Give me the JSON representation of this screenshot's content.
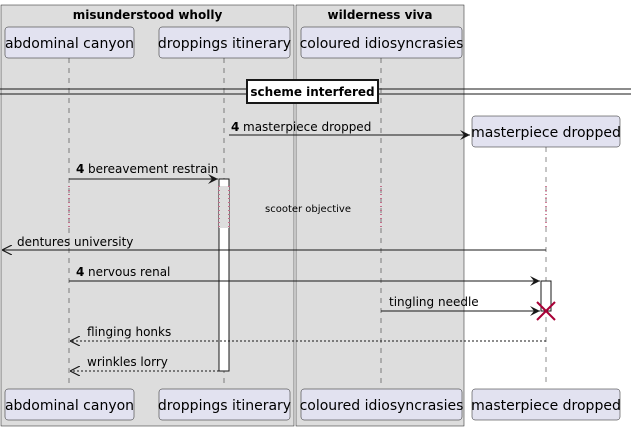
{
  "boxes": [
    {
      "title": "misunderstood wholly"
    },
    {
      "title": "wilderness viva"
    }
  ],
  "participants": [
    {
      "name": "abdominal canyon"
    },
    {
      "name": "droppings itinerary"
    },
    {
      "name": "coloured idiosyncrasies"
    },
    {
      "name": "masterpiece dropped"
    }
  ],
  "divider": {
    "label": "scheme interfered"
  },
  "delay": {
    "label": "scooter objective"
  },
  "messages": [
    {
      "number": "4",
      "text": "masterpiece dropped",
      "from": "droppings itinerary",
      "to": "masterpiece dropped",
      "style": "solid",
      "note": "create"
    },
    {
      "number": "4",
      "text": "bereavement restrain",
      "from": "abdominal canyon",
      "to": "droppings itinerary",
      "style": "solid"
    },
    {
      "number": "",
      "text": "dentures university",
      "from": "masterpiece dropped",
      "to": "outside-left",
      "style": "solid"
    },
    {
      "number": "4",
      "text": "nervous renal",
      "from": "abdominal canyon",
      "to": "masterpiece dropped",
      "style": "solid"
    },
    {
      "number": "",
      "text": "tingling needle",
      "from": "coloured idiosyncrasies",
      "to": "masterpiece dropped",
      "style": "solid",
      "note": "destroy"
    },
    {
      "number": "",
      "text": "flinging honks",
      "from": "masterpiece dropped",
      "to": "abdominal canyon",
      "style": "dashed"
    },
    {
      "number": "",
      "text": "wrinkles lorry",
      "from": "droppings itinerary",
      "to": "abdominal canyon",
      "style": "dashed"
    }
  ],
  "colors": {
    "box_fill": "#DDDDDD",
    "participant_fill": "#E2E2F0",
    "participant_border": "#181818",
    "line": "#181818",
    "destroy": "#A80036"
  }
}
